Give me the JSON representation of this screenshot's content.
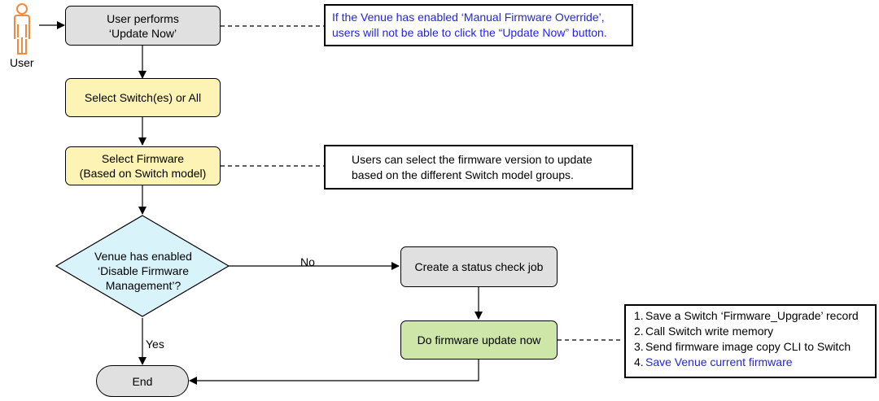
{
  "actor": {
    "label": "User",
    "color": "#f08a3c"
  },
  "nodes": {
    "update_now": "User performs\n‘Update Now’",
    "select_switches": "Select Switch(es) or All",
    "select_firmware": "Select Firmware\n(Based on Switch model)",
    "decision": "Venue has enabled\n‘Disable Firmware\nManagement’?",
    "status_check": "Create a status check job",
    "firmware_update": "Do firmware update now",
    "end": "End"
  },
  "edge_labels": {
    "no": "No",
    "yes": "Yes"
  },
  "notes": {
    "override": "If the Venue has enabled ‘Manual Firmware Override’,\nusers will not be able to click the “Update Now” button.",
    "firmware_version": "Users can select the firmware version to update\nbased on the different Switch model groups.",
    "steps": [
      {
        "num": "1.",
        "text": "Save a Switch ‘Firmware_Upgrade’ record"
      },
      {
        "num": "2.",
        "text": "Call Switch write memory"
      },
      {
        "num": "3.",
        "text": "Send firmware image copy CLI to Switch"
      },
      {
        "num": "4.",
        "text": "Save Venue current firmware"
      }
    ]
  },
  "colors": {
    "gray_fill": "#e0e0e0",
    "yellow_fill": "#fdf3b4",
    "green_fill": "#cfe6a9",
    "diamond_fill": "#d9f3fb",
    "note_blue_text": "#2424e6"
  }
}
